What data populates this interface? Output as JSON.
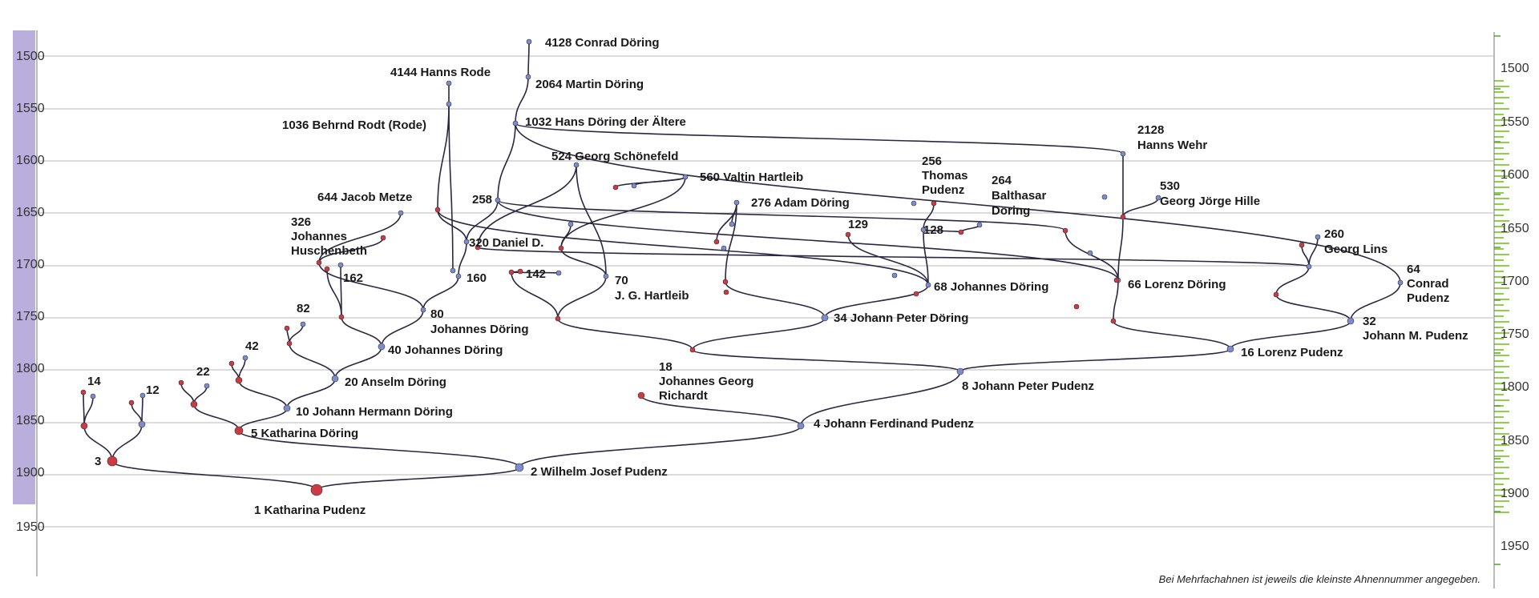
{
  "colors": {
    "left_axis_band": "#b9aedc",
    "right_axis_band": "#8fcf4a",
    "male_node": "#7d8ccc",
    "female_node": "#cc3a44",
    "edge": "#2b2740",
    "grid": "#b8b8b8"
  },
  "axis": {
    "years": [
      "1500",
      "1550",
      "1600",
      "1650",
      "1700",
      "1750",
      "1800",
      "1850",
      "1900",
      "1950"
    ]
  },
  "footnote": "Bei Mehrfachahnen ist jeweils die kleinste Ahnennummer angegeben.",
  "labels": {
    "n1": "1 Katharina Pudenz",
    "n2": "2 Wilhelm Josef Pudenz",
    "n3": "3",
    "n4": "4 Johann Ferdinand Pudenz",
    "n5": "5 Katharina Döring",
    "n8": "8 Johann Peter Pudenz",
    "n10": "10 Johann Hermann Döring",
    "n12": "12",
    "n14": "14",
    "n16": "16 Lorenz Pudenz",
    "n18a": "18",
    "n18b": "Johannes Georg",
    "n18c": "Richardt",
    "n20": "20 Anselm Döring",
    "n22": "22",
    "n32a": "32",
    "n32b": "Johann M. Pudenz",
    "n34": "34 Johann Peter Döring",
    "n40": "40 Johannes Döring",
    "n42": "42",
    "n64a": "64",
    "n64b": "Conrad",
    "n64c": "Pudenz",
    "n66": "66 Lorenz Döring",
    "n68": "68 Johannes Döring",
    "n70a": "70",
    "n70b": "J. G. Hartleib",
    "n80a": "80",
    "n80b": "Johannes Döring",
    "n82": "82",
    "n128": "128",
    "n129": "129",
    "n142": "142",
    "n160": "160",
    "n162": "162",
    "n256a": "256",
    "n256b": "Thomas",
    "n256c": "Pudenz",
    "n258": "258",
    "n260a": "260",
    "n260b": "Georg Lins",
    "n264a": "264",
    "n264b": "Balthasar",
    "n264c": "Döring",
    "n276": "276 Adam Döring",
    "n320": "320 Daniel D.",
    "n326a": "326",
    "n326b": "Johannes",
    "n326c": "Huschenbeth",
    "n524": "524 Georg Schönefeld",
    "n530a": "530",
    "n530b": "Georg Jörge Hille",
    "n560": "560 Valtin Hartleib",
    "n644": "644 Jacob Metze",
    "n1032": "1032 Hans Döring der Ältere",
    "n1036": "1036 Behrnd Rodt (Rode)",
    "n2064": "2064 Martin Döring",
    "n2128a": "2128",
    "n2128b": "Hanns Wehr",
    "n4128": "4128 Conrad Döring",
    "n4144": "4144 Hanns Rode"
  }
}
